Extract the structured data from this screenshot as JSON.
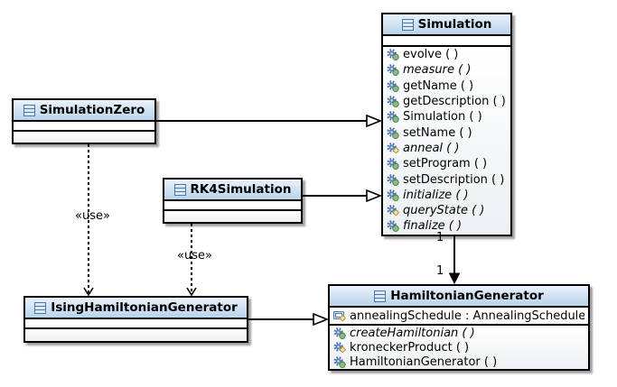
{
  "diagram": {
    "kind": "uml-class-diagram",
    "colors": {
      "class_title_gradient_top": "#eaf2fb",
      "class_title_gradient_bottom": "#b9d3ea",
      "box_border": "#000000",
      "gear_blue": "#4a6fa5",
      "public_badge_green": "#85bd82",
      "protected_badge_yellow": "#f2e3a0",
      "icon_outline_blue": "#4a77ad"
    }
  },
  "classes": [
    {
      "id": "simulation",
      "name": "Simulation",
      "attributes": [],
      "methods": [
        {
          "label": "evolve ( )",
          "visibility": "public",
          "abstract": false
        },
        {
          "label": "measure ( )",
          "visibility": "public",
          "abstract": true
        },
        {
          "label": "getName ( )",
          "visibility": "public",
          "abstract": false
        },
        {
          "label": "getDescription ( )",
          "visibility": "public",
          "abstract": false
        },
        {
          "label": "Simulation ( )",
          "visibility": "public",
          "abstract": false
        },
        {
          "label": "setName ( )",
          "visibility": "public",
          "abstract": false
        },
        {
          "label": "anneal ( )",
          "visibility": "protected",
          "abstract": true
        },
        {
          "label": "setProgram ( )",
          "visibility": "public",
          "abstract": false
        },
        {
          "label": "setDescription ( )",
          "visibility": "public",
          "abstract": false
        },
        {
          "label": "initialize ( )",
          "visibility": "public",
          "abstract": true
        },
        {
          "label": "queryState ( )",
          "visibility": "protected",
          "abstract": true
        },
        {
          "label": "finalize ( )",
          "visibility": "public",
          "abstract": true
        }
      ]
    },
    {
      "id": "simulation-zero",
      "name": "SimulationZero",
      "attributes": [],
      "methods": []
    },
    {
      "id": "rk4-simulation",
      "name": "RK4Simulation",
      "attributes": [],
      "methods": []
    },
    {
      "id": "ising-hamiltonian-generator",
      "name": "IsingHamiltonianGenerator",
      "attributes": [],
      "methods": []
    },
    {
      "id": "hamiltonian-generator",
      "name": "HamiltonianGenerator",
      "attributes": [
        {
          "label": "annealingSchedule : AnnealingSchedule",
          "visibility": "protected",
          "abstract": false
        }
      ],
      "methods": [
        {
          "label": "createHamiltonian ( )",
          "visibility": "public",
          "abstract": true
        },
        {
          "label": "kroneckerProduct ( )",
          "visibility": "protected",
          "abstract": false
        },
        {
          "label": "HamiltonianGenerator ( )",
          "visibility": "public",
          "abstract": false
        }
      ]
    }
  ],
  "connectors": {
    "use_label_simulationzero": "«use»",
    "use_label_rk4simulation": "«use»",
    "multiplicity_near_simulation": "1",
    "multiplicity_near_hamiltoniangenerator": "1"
  }
}
